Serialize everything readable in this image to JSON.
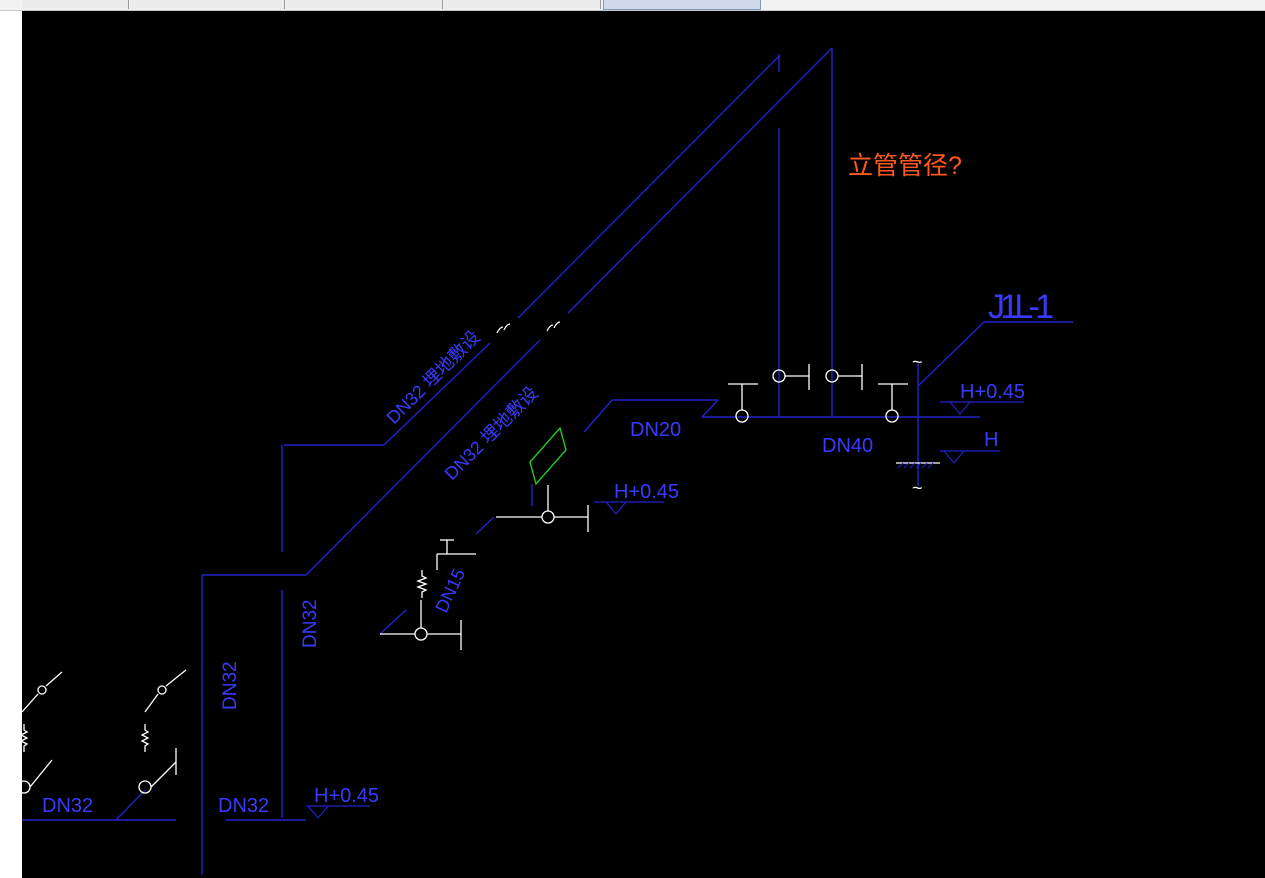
{
  "app": {
    "tabs": [
      {
        "label": "",
        "active": false
      },
      {
        "label": "",
        "active": false
      },
      {
        "label": "",
        "active": false
      },
      {
        "label": "",
        "active": false
      },
      {
        "label": "",
        "active": true
      }
    ]
  },
  "drawing": {
    "colors": {
      "background": "#000000",
      "pipe_lines": "#2222cc",
      "pipe_text": "#3a3aff",
      "fixtures": "#ffffff",
      "annotation": "#ff5a1e",
      "valve_box": "#22cc22"
    },
    "labels": {
      "question": "立管管径?",
      "riser_id": "J1L-1",
      "dn32_diag_upper": "DN32 埋地敷设",
      "dn32_diag_lower": "DN32 埋地敷设",
      "dn20": "DN20",
      "dn40": "DN40",
      "dn15": "DN15",
      "dn32_vert_left": "DN32",
      "dn32_vert_right": "DN32",
      "dn32_bottom_left": "DN32",
      "dn32_bottom_mid": "DN32",
      "elev_riser": "H+0.45",
      "elev_h": "H",
      "elev_mid": "H+0.45",
      "elev_bottom": "H+0.45",
      "break_top": "~",
      "break_bottom": "~"
    }
  }
}
